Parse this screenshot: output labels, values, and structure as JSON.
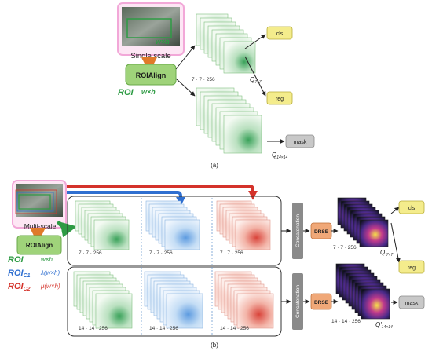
{
  "panel_a": {
    "scale_label": "Single scale",
    "box_label": "w×h",
    "roialign": "ROIAlign",
    "roi_label": "ROI",
    "roi_dims": "w×h",
    "stack_top_label": "7 · 7 · 256",
    "cls": "cls",
    "reg": "reg",
    "mask": "mask",
    "q_top": "Q",
    "q_top_sub": "7×7",
    "q_bottom": "Q",
    "q_bottom_sub": "14×14",
    "caption": "(a)"
  },
  "panel_b": {
    "scale_label": "Multi-scale",
    "roialign": "ROIAlign",
    "roi": {
      "label": "ROI",
      "dims": "w×h"
    },
    "roi_c1": {
      "label": "ROI",
      "sub": "C1",
      "dims": "λ(w×h)"
    },
    "roi_c2": {
      "label": "ROI",
      "sub": "C2",
      "dims": "μ(w×h)"
    },
    "stack_labels_top": [
      "7 · 7 · 256",
      "7 · 7 · 256",
      "7 · 7 · 256"
    ],
    "stack_labels_bottom": [
      "14 · 14 · 256",
      "14 · 14 · 256",
      "14 · 14 · 256"
    ],
    "concat": "Concatenation",
    "drse": "DRSE",
    "out_top_label": "7 · 7 · 256",
    "out_bottom_label": "14 · 14 · 256",
    "cls": "cls",
    "reg": "reg",
    "mask": "mask",
    "q_top": "Q'",
    "q_top_sub": "7×7",
    "q_bottom": "Q'",
    "q_bottom_sub": "14×14",
    "caption": "(b)"
  },
  "colors": {
    "green": "#2e9b44",
    "blue": "#2f6fd0",
    "red": "#d4322a",
    "roialign_fill": "#9fd37a",
    "drse_fill": "#f0a878",
    "concat_fill": "#8a8a8a",
    "cls_reg_fill": "#f4ec8c",
    "mask_fill": "#c8c8c8",
    "pink_border": "#f2a8d8"
  }
}
